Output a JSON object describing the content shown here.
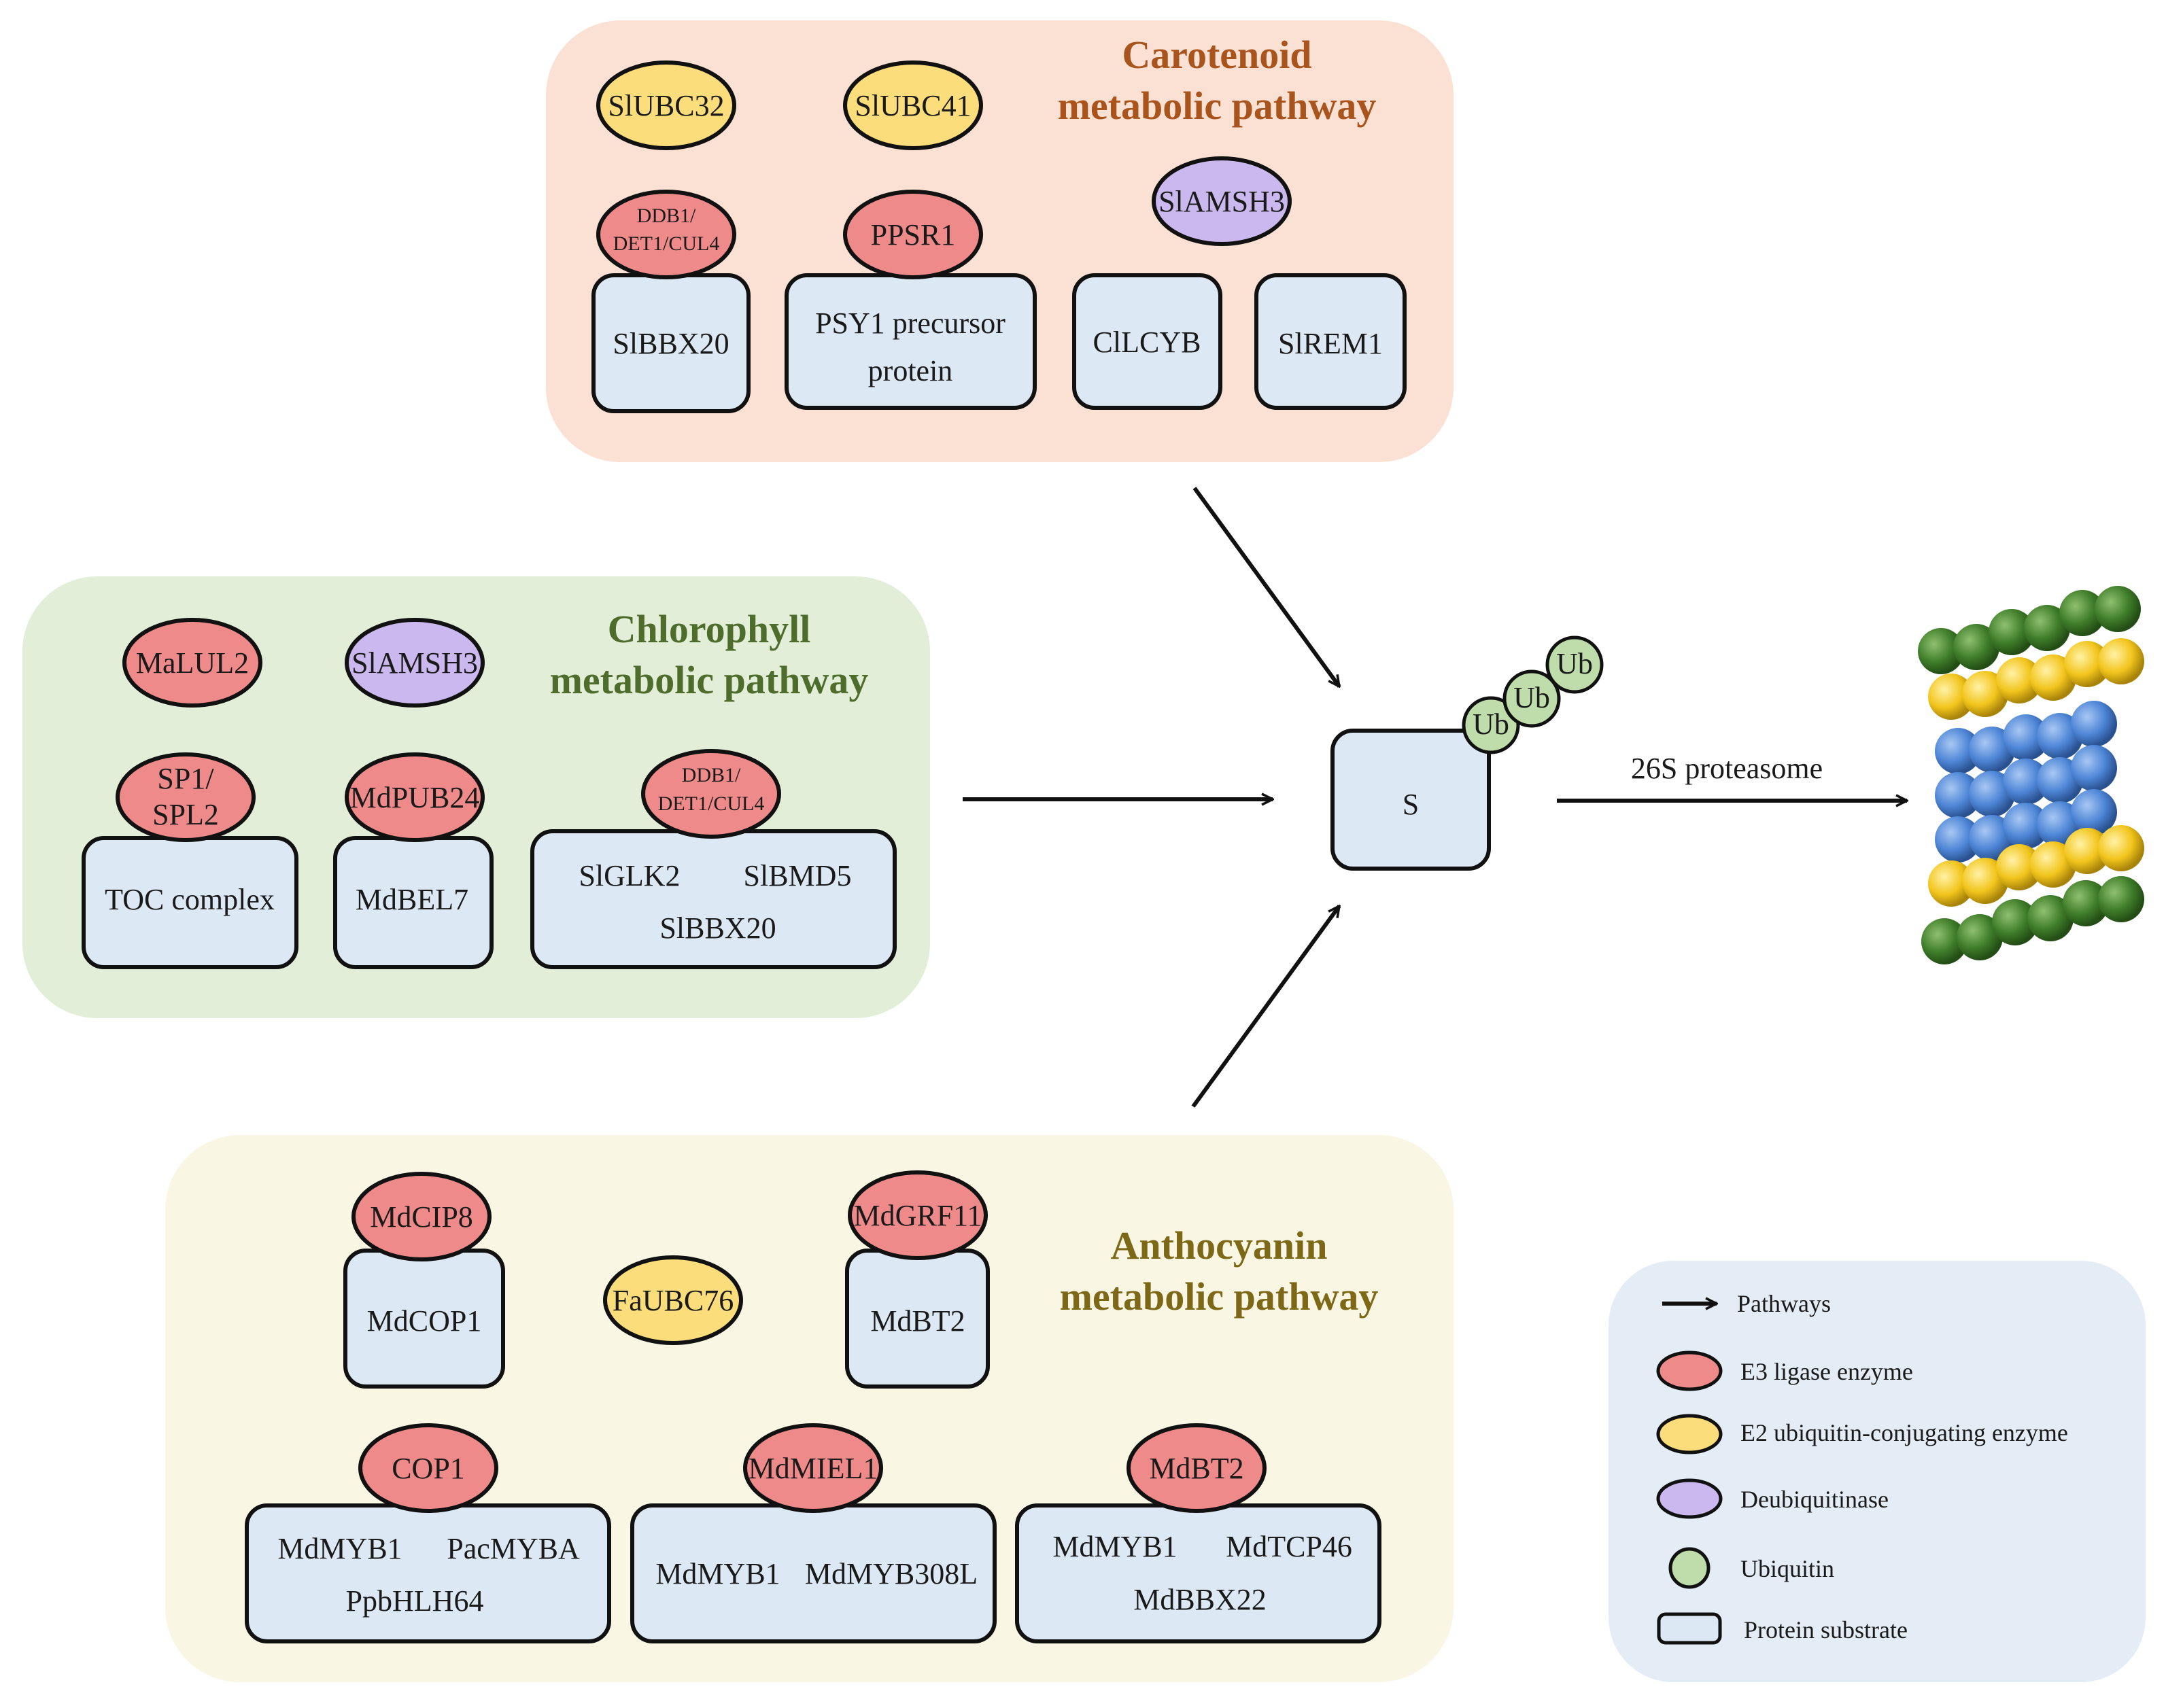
{
  "colors": {
    "carotenoid_bg": "#fbe1d3",
    "chlorophyll_bg": "#e3eed8",
    "anthocyanin_bg": "#f9f6e3",
    "legend_bg": "#e4ecf6",
    "substrate_fill": "#dce9f4",
    "e3": "#ef8a8a",
    "e2": "#fbdd7b",
    "dub": "#cbb8ef",
    "ubiquitin": "#bfdcab",
    "carotenoid_title": "#a9541c",
    "chlorophyll_title": "#4e6d2c",
    "anthocyanin_title": "#7c6816",
    "proteasome_green": "#3f7d2a",
    "proteasome_yellow": "#f2c51c",
    "proteasome_blue": "#4d85d6"
  },
  "carotenoid": {
    "title_1": "Carotenoid",
    "title_2": "metabolic pathway",
    "e2_1": "SlUBC32",
    "e2_2": "SlUBC41",
    "e3_1_line1": "DDB1/",
    "e3_1_line2": "DET1/CUL4",
    "e3_2": "PPSR1",
    "dub": "SlAMSH3",
    "sub_1": "SlBBX20",
    "sub_2_line1": "PSY1 precursor",
    "sub_2_line2": "protein",
    "sub_3": "ClLCYB",
    "sub_4": "SlREM1"
  },
  "chlorophyll": {
    "title_1": "Chlorophyll",
    "title_2": "metabolic pathway",
    "e3_free": "MaLUL2",
    "dub": "SlAMSH3",
    "e3_1_line1": "SP1/",
    "e3_1_line2": "SPL2",
    "e3_2": "MdPUB24",
    "e3_3_line1": "DDB1/",
    "e3_3_line2": "DET1/CUL4",
    "sub_1": "TOC complex",
    "sub_2": "MdBEL7",
    "sub_3_a": "SlGLK2",
    "sub_3_b": "SlBMD5",
    "sub_3_c": "SlBBX20"
  },
  "anthocyanin": {
    "title_1": "Anthocyanin",
    "title_2": "metabolic pathway",
    "e3_1": "MdCIP8",
    "sub_1": "MdCOP1",
    "e2": "FaUBC76",
    "e3_2": "MdGRF11",
    "sub_2": "MdBT2",
    "e3_3": "COP1",
    "sub_3_a": "MdMYB1",
    "sub_3_b": "PacMYBA",
    "sub_3_c": "PpbHLH64",
    "e3_4": "MdMIEL1",
    "sub_4_a": "MdMYB1",
    "sub_4_b": "MdMYB308L",
    "e3_5": "MdBT2",
    "sub_5_a": "MdMYB1",
    "sub_5_b": "MdTCP46",
    "sub_5_c": "MdBBX22"
  },
  "center": {
    "substrate": "S",
    "ub_1": "Ub",
    "ub_2": "Ub",
    "ub_3": "Ub",
    "proteasome_label": "26S proteasome"
  },
  "legend": {
    "pathways": "Pathways",
    "e3": "E3 ligase  enzyme",
    "e2": "E2 ubiquitin-conjugating enzyme",
    "dub": "Deubiquitinase",
    "ubiquitin": "Ubiquitin",
    "substrate": "Protein substrate"
  }
}
